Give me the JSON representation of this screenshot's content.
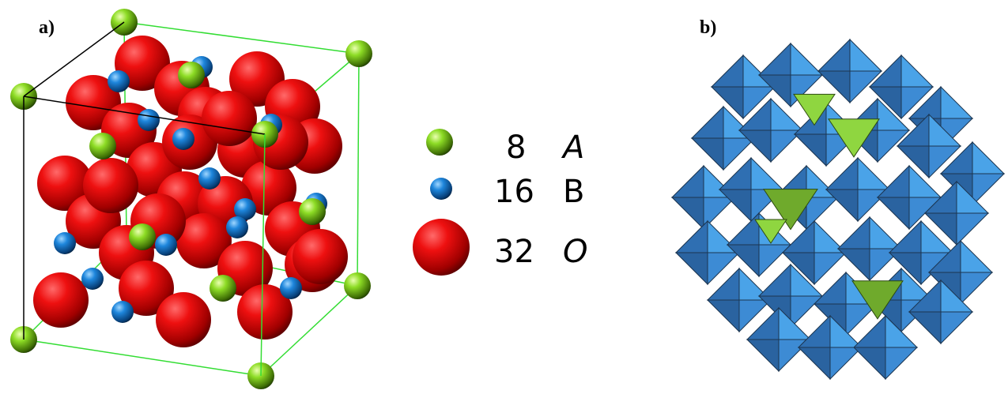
{
  "panels": {
    "a": "a)",
    "b": "b)"
  },
  "legend": [
    {
      "count": "8",
      "species": "A",
      "color": "#7ed321"
    },
    {
      "count": "16",
      "species": "B",
      "color": "#1e7fd6"
    },
    {
      "count": "32",
      "species": "O",
      "color": "#e00000"
    }
  ],
  "colors": {
    "a_site": "#7ed321",
    "b_site": "#1e7fd6",
    "oxygen": "#e00000",
    "cell_edge": "#33dd33",
    "octahedra": "#4aa3e8",
    "tetrahedra": "#8fd640"
  }
}
